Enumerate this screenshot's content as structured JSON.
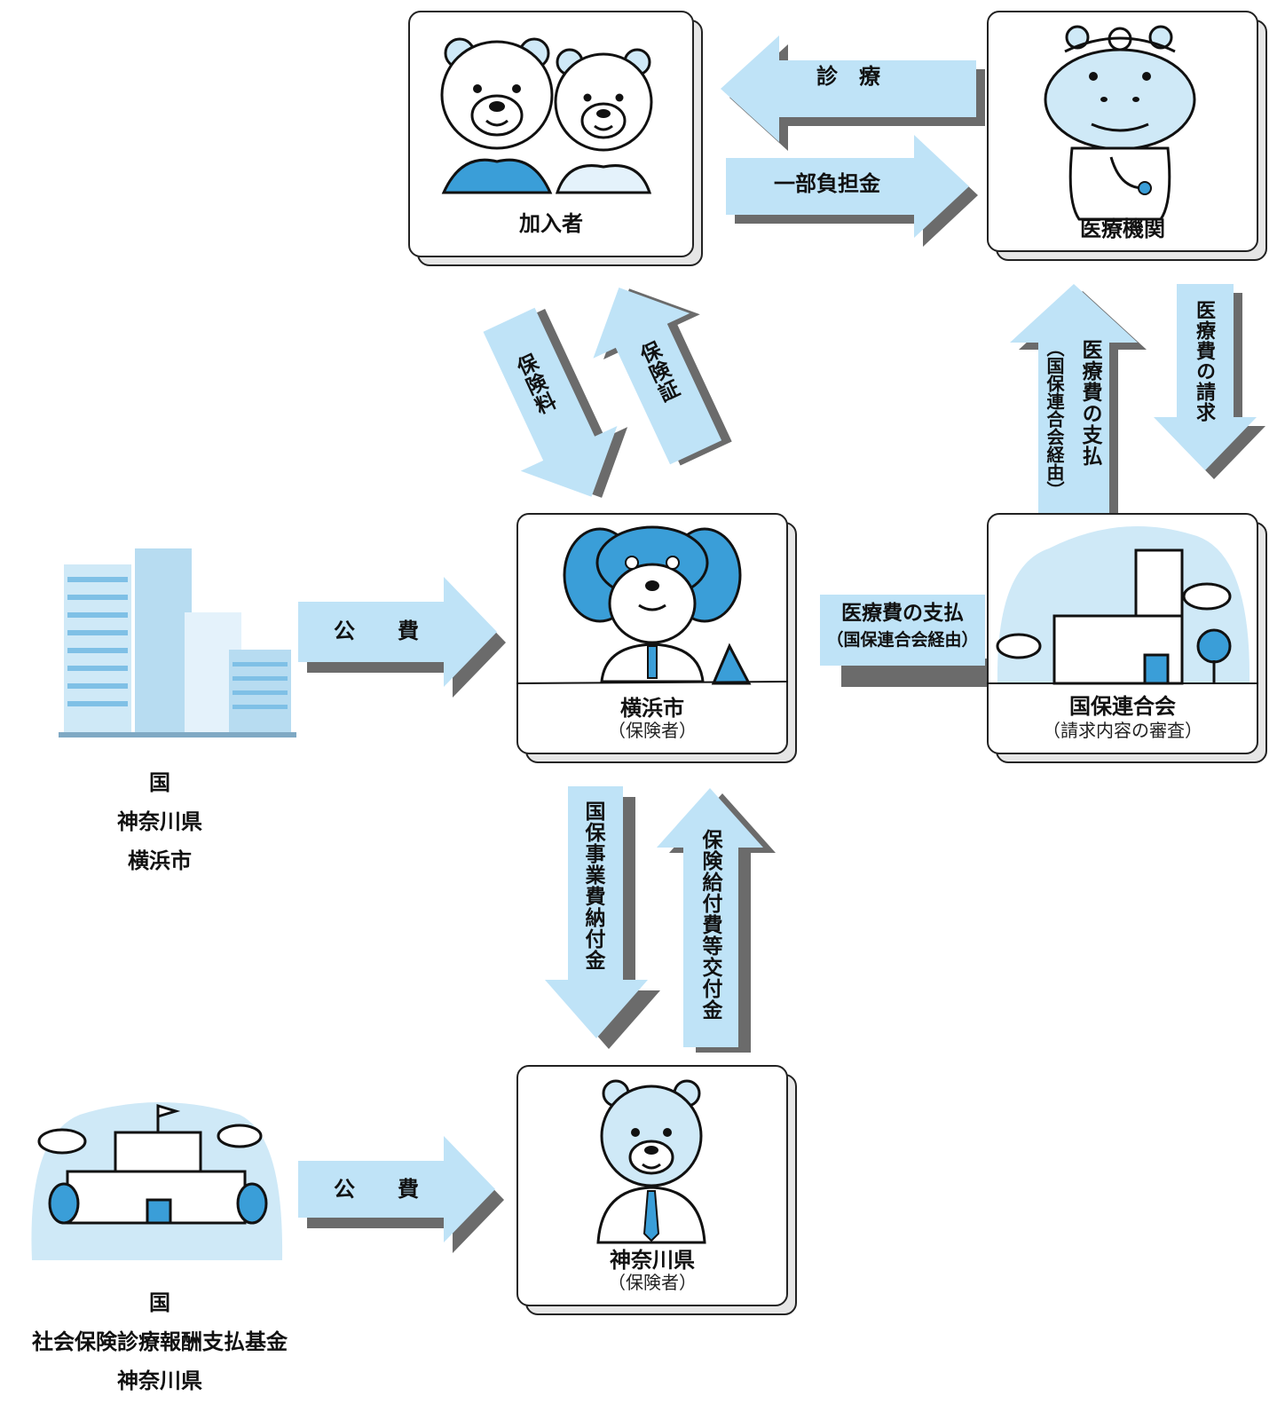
{
  "nodes": {
    "member": {
      "label": "加入者"
    },
    "medical": {
      "label": "医療機関"
    },
    "yokohama": {
      "label": "横浜市",
      "sub": "（保険者）"
    },
    "kokuho": {
      "label": "国保連合会",
      "sub": "（請求内容の審査）"
    },
    "kanagawa": {
      "label": "神奈川県",
      "sub": "（保険者）"
    }
  },
  "funders": {
    "upper": [
      "国",
      "神奈川県",
      "横浜市"
    ],
    "lower": [
      "国",
      "社会保険診療報酬支払基金",
      "神奈川県"
    ]
  },
  "arrows": {
    "treatment": "診　療",
    "copay": "一部負担金",
    "premium": "保険料",
    "card": "保険証",
    "claim": "医療費の請求",
    "pay_vertical": "医療費の支払",
    "pay_vertical_note": "（国保連合会経由）",
    "pay_horizontal": "医療費の支払",
    "pay_horizontal_note": "（国保連合会経由）",
    "public_upper": "公　　費",
    "public_lower": "公　　費",
    "contribution": "国保事業費納付金",
    "grant": "保険給付費等交付金"
  },
  "colors": {
    "arrow_fill": "#bfe3f7",
    "arrow_shadow": "#6b6b6b",
    "illustration_blue": "#3a9ed8",
    "illustration_light": "#cfe9f7"
  }
}
